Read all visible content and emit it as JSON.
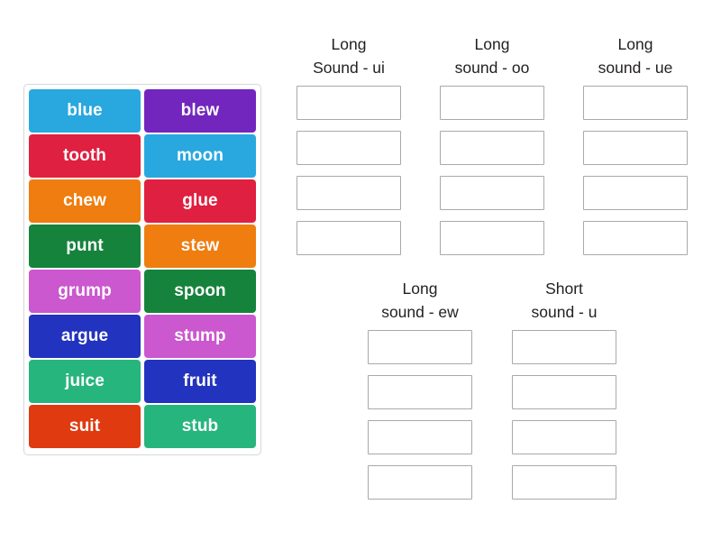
{
  "activity": {
    "type": "group-sort",
    "tile_text_color": "#ffffff",
    "tray_border_color": "#d7d7d7",
    "dropzone_border_color": "#a9a9a9",
    "title_color": "#231f20"
  },
  "tiles": [
    {
      "label": "blue",
      "color": "#29a8e0"
    },
    {
      "label": "blew",
      "color": "#7226bd"
    },
    {
      "label": "tooth",
      "color": "#e02040"
    },
    {
      "label": "moon",
      "color": "#29a8e0"
    },
    {
      "label": "chew",
      "color": "#ef7d0f"
    },
    {
      "label": "glue",
      "color": "#e02040"
    },
    {
      "label": "punt",
      "color": "#16833c"
    },
    {
      "label": "stew",
      "color": "#ef7d0f"
    },
    {
      "label": "grump",
      "color": "#cb58cf"
    },
    {
      "label": "spoon",
      "color": "#16833c"
    },
    {
      "label": "argue",
      "color": "#2233bf"
    },
    {
      "label": "stump",
      "color": "#cb58cf"
    },
    {
      "label": "juice",
      "color": "#27b57e"
    },
    {
      "label": "fruit",
      "color": "#2233bf"
    },
    {
      "label": "suit",
      "color": "#e03a10"
    },
    {
      "label": "stub",
      "color": "#27b57e"
    }
  ],
  "groups": [
    {
      "id": "ui",
      "title": "Long\nSound - ui",
      "slots": 4
    },
    {
      "id": "oo",
      "title": "Long\nsound - oo",
      "slots": 4
    },
    {
      "id": "ue",
      "title": "Long\nsound - ue",
      "slots": 4
    },
    {
      "id": "ew",
      "title": "Long\nsound - ew",
      "slots": 4
    },
    {
      "id": "u",
      "title": "Short\nsound - u",
      "slots": 4
    }
  ]
}
